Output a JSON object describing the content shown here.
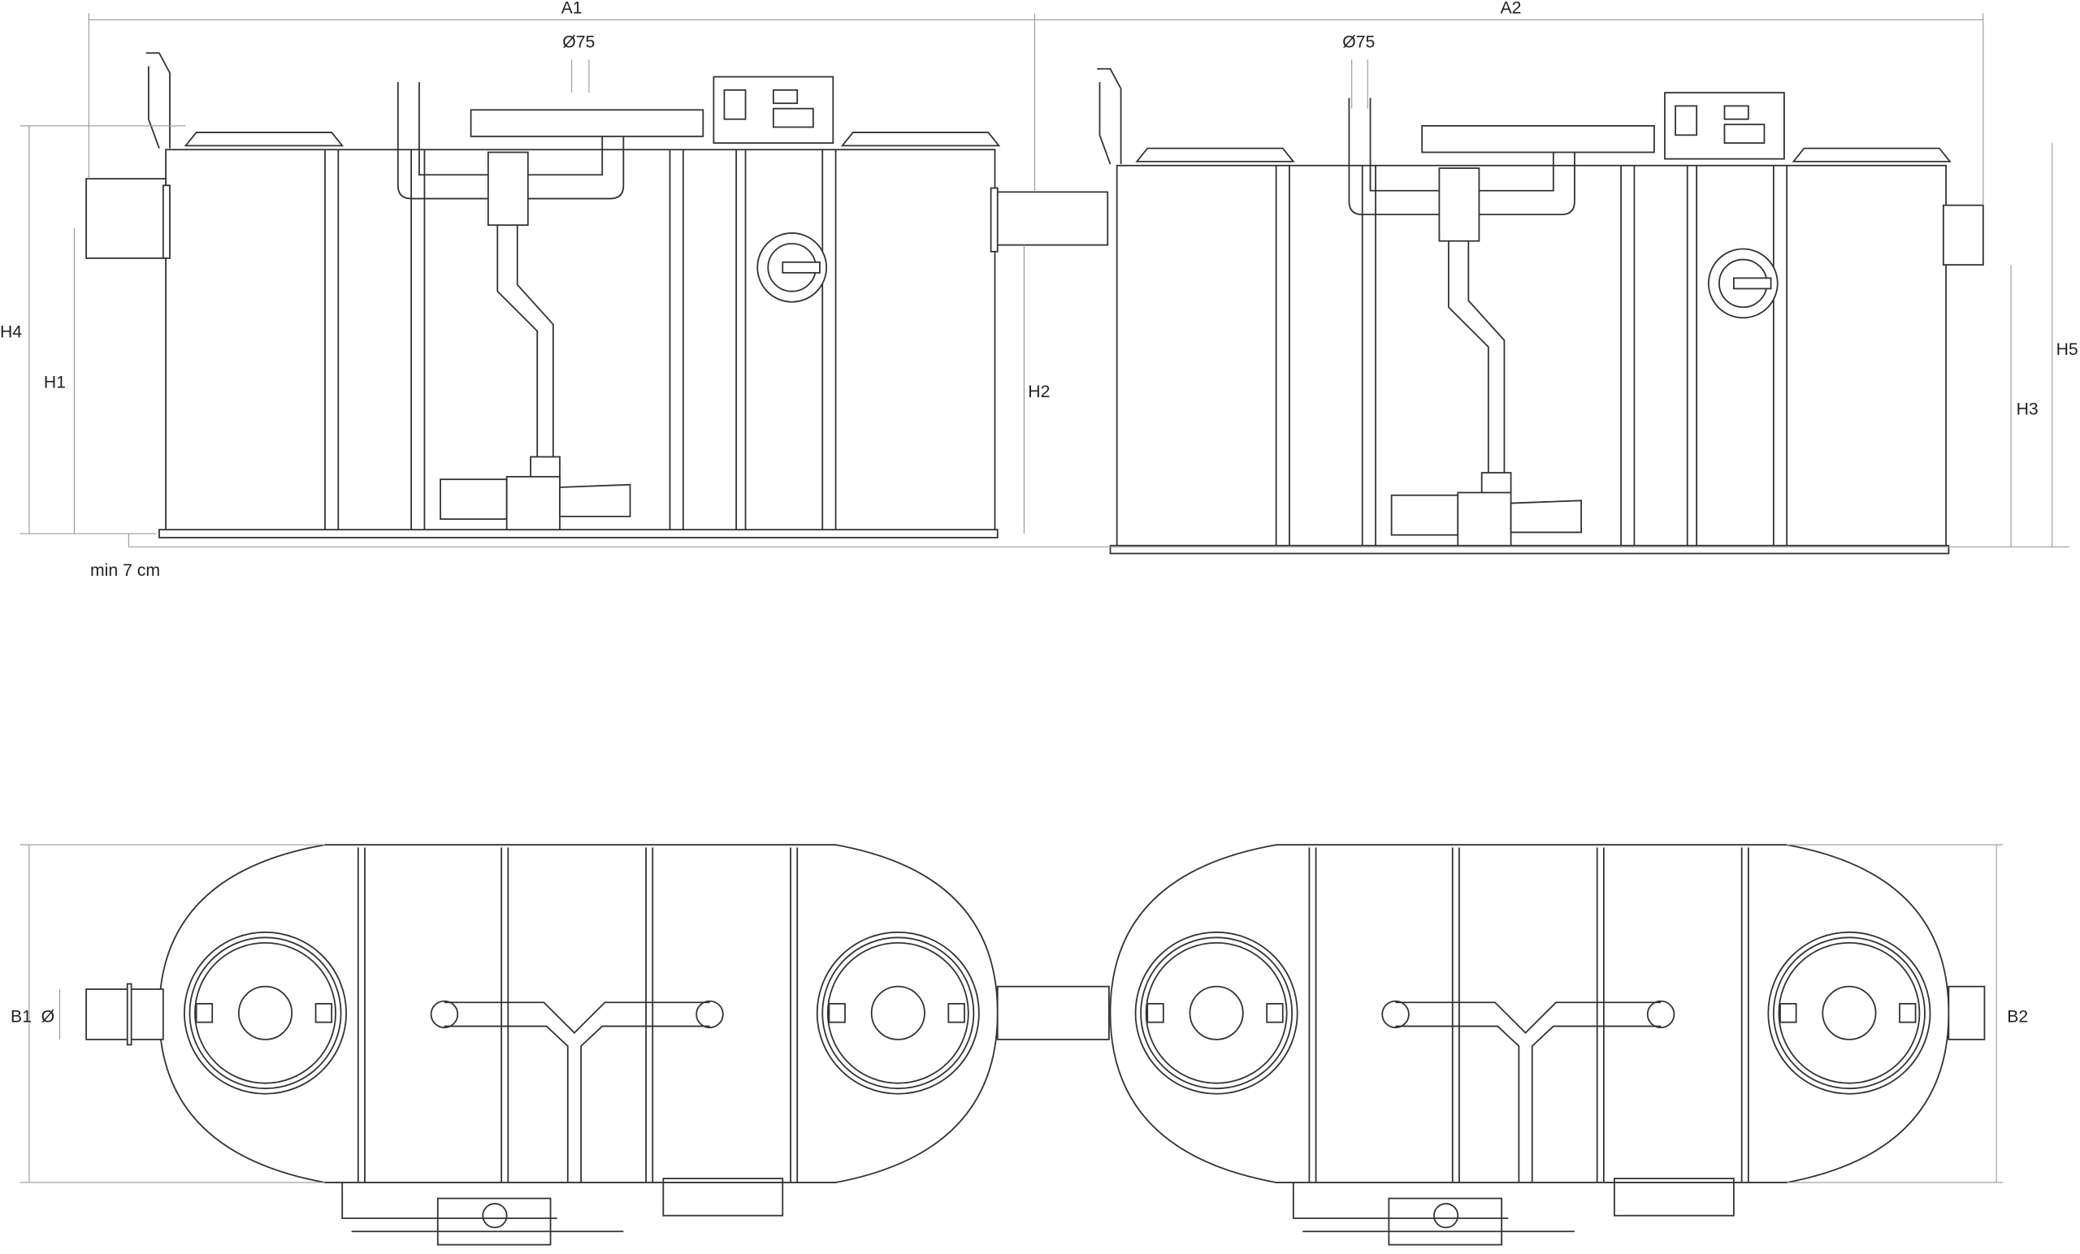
{
  "dimensions": {
    "a1": "A1",
    "a2": "A2",
    "d75_left": "Ø75",
    "d75_right": "Ø75",
    "h1": "H1",
    "h2": "H2",
    "h3": "H3",
    "h4": "H4",
    "h5": "H5",
    "min_gap": "min 7 cm",
    "b1": "B1",
    "b2": "B2",
    "diameter": "Ø"
  }
}
